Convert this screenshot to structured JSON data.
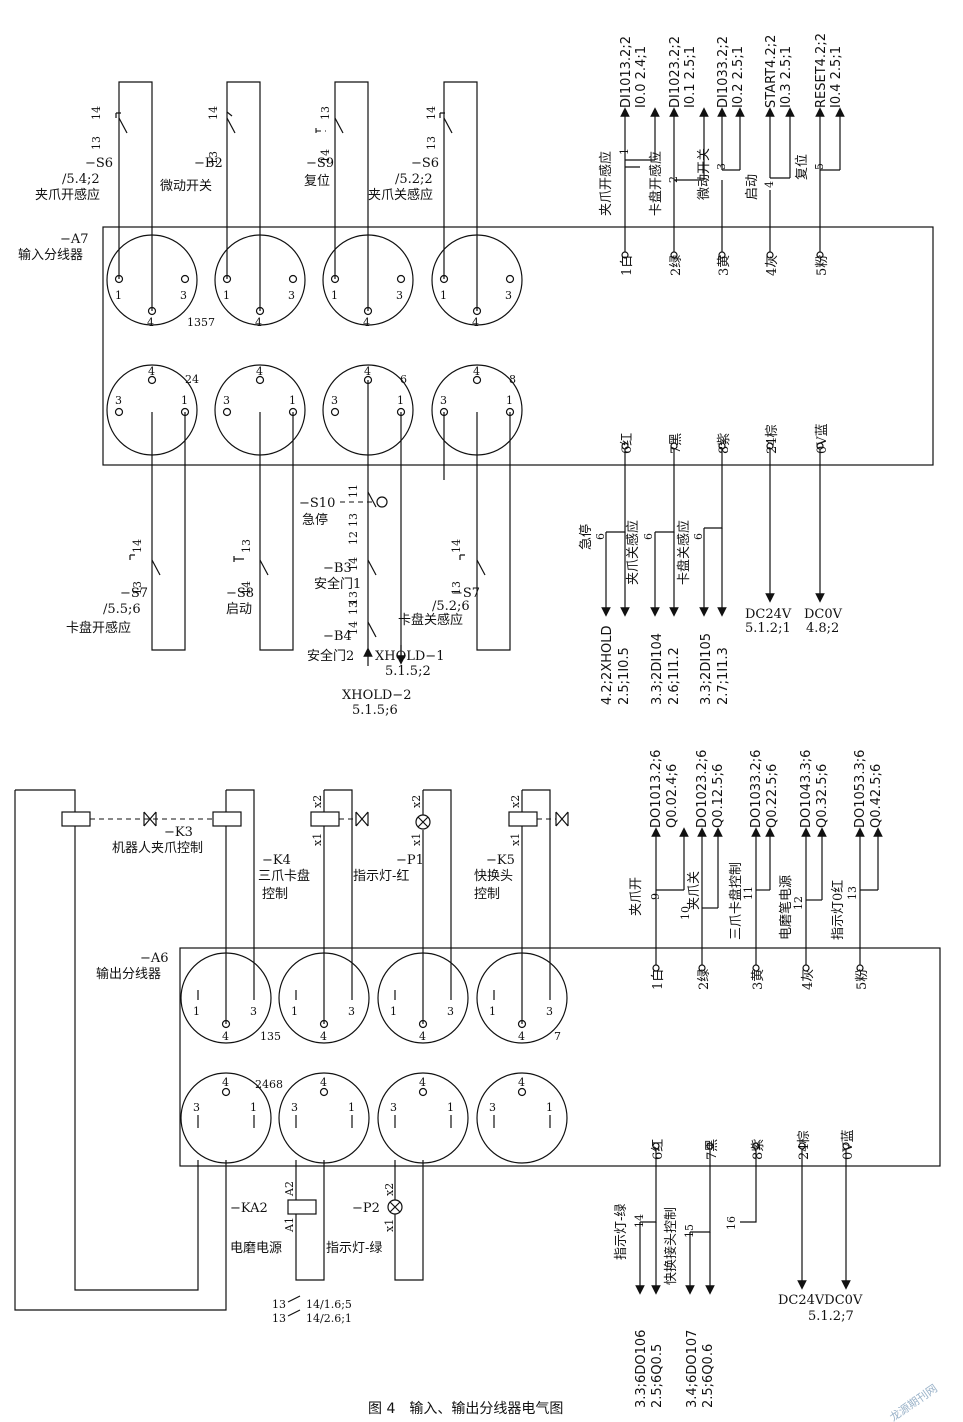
{
  "caption": "图 4　输入、输出分线器电气图",
  "watermark": "龙源期刊网",
  "input": {
    "box_label": "−A7",
    "box_name": "输入分线器",
    "group_labels": [
      "1357",
      "24",
      "6",
      "8"
    ],
    "pin_labels": {
      "p1": "1",
      "p3": "3",
      "p4": "4"
    },
    "top_devices": [
      {
        "ref": "−S6",
        "sub": "/5.4;2",
        "name": "夹爪开感应",
        "a": "13",
        "b": "14"
      },
      {
        "ref": "−B2",
        "sub": "",
        "name": "微动开关",
        "a": "13",
        "b": "14"
      },
      {
        "ref": "−S9",
        "sub": "",
        "name": "复位",
        "a": "14",
        "b": "13"
      },
      {
        "ref": "−S6",
        "sub": "/5.2;2",
        "name": "夹爪关感应",
        "a": "13",
        "b": "14"
      }
    ],
    "bottom_devices": [
      {
        "ref": "−S7",
        "sub": "/5.5;6",
        "name": "卡盘开感应",
        "a": "13",
        "b": "14"
      },
      {
        "ref": "−S8",
        "sub": "",
        "name": "启动",
        "a": "14",
        "b": "13"
      },
      {
        "ref": "−S7",
        "sub": "/5.2;6",
        "name": "卡盘关感应",
        "a": "13",
        "b": "14"
      }
    ],
    "estop": {
      "ref": "−S10",
      "name": "急停",
      "a": "12",
      "b": "11",
      "c": "13"
    },
    "b3": {
      "ref": "−B3",
      "name": "安全门1",
      "a": "14",
      "b": "13"
    },
    "b4": {
      "ref": "−B4",
      "name": "安全门2",
      "a": "14",
      "b": "13"
    },
    "xhold1": {
      "name": "XHOLD−1",
      "ref": "5.1.5;2"
    },
    "xhold2": {
      "name": "XHOLD−2",
      "ref": "5.1.5;6"
    },
    "cable_top": [
      "1白",
      "2绿",
      "3黄",
      "4灰",
      "5粉"
    ],
    "cable_bot": [
      "6红",
      "7黑",
      "8紫",
      "24棕",
      "0V蓝"
    ],
    "sig_top": [
      {
        "desc": "夹爪开感应",
        "num": "1",
        "name": "DI1013.2;2",
        "addr": "I0.0 2.4;1"
      },
      {
        "desc": "卡盘开感应",
        "num": "2",
        "name": "DI1023.2;2",
        "addr": "I0.1 2.5;1"
      },
      {
        "desc": "微动开关",
        "num": "3",
        "name": "DI1033.2;2",
        "addr": "I0.2 2.5;1"
      },
      {
        "desc": "启动",
        "num": "4",
        "name": "START4.2;2",
        "addr": "I0.3 2.5;1"
      },
      {
        "desc": "复位",
        "num": "5",
        "name": "RESET4.2;2",
        "addr": "I0.4 2.5;1"
      }
    ],
    "sig_bot": [
      {
        "desc": "急停",
        "num": "6",
        "name": "4.2;2XHOLD",
        "addr": "2.5;1I0.5"
      },
      {
        "desc": "夹爪关感应",
        "num": "6",
        "name": "3.3;2DI104",
        "addr": "2.6;1I1.2"
      },
      {
        "desc": "卡盘关感应",
        "num": "6",
        "name": "3.3;2DI105",
        "addr": "2.7;1I1.3"
      }
    ],
    "pwr_a": {
      "name": "DC24V",
      "ref": "5.1.2;1"
    },
    "pwr_b": {
      "name": "DC0V",
      "ref": "4.8;2"
    }
  },
  "output": {
    "box_label": "−A6",
    "box_name": "输出分线器",
    "group_labels": [
      "135",
      "7",
      "2468"
    ],
    "k3": {
      "ref": "−K3",
      "name": "机器人夹爪控制"
    },
    "k4": {
      "ref": "−K4",
      "name1": "三爪卡盘",
      "name2": "控制"
    },
    "p1": {
      "ref": "−P1",
      "name": "指示灯-红"
    },
    "k5": {
      "ref": "−K5",
      "name1": "快换头",
      "name2": "控制"
    },
    "ka2": {
      "ref": "−KA2",
      "name": "电磨电源",
      "a": "A2",
      "b": "A1"
    },
    "p2": {
      "ref": "−P2",
      "name": "指示灯-绿"
    },
    "xlabels": {
      "x1": "x1",
      "x2": "x2"
    },
    "contacts": [
      "13",
      "14/1.6;5",
      "13",
      "14/2.6;1"
    ],
    "cable_top": [
      "1白",
      "2绿",
      "3黄",
      "4灰",
      "5粉"
    ],
    "cable_bot": [
      "6红",
      "7黑",
      "8紫",
      "24棕",
      "0V蓝"
    ],
    "sig_top": [
      {
        "desc": "夹爪开",
        "num": "9",
        "name": "DO1013.2;6",
        "addr": "Q0.02.4;6"
      },
      {
        "desc": "夹爪关",
        "num": "10",
        "name": "DO1023.2;6",
        "addr": "Q0.12.5;6"
      },
      {
        "desc": "三爪卡盘控制",
        "num": "11",
        "name": "DO1033.2;6",
        "addr": "Q0.22.5;6"
      },
      {
        "desc": "电磨笔电源",
        "num": "12",
        "name": "DO1043.3;6",
        "addr": "Q0.32.5;6"
      },
      {
        "desc": "指示灯0红",
        "num": "13",
        "name": "DO1053.3;6",
        "addr": "Q0.42.5;6"
      }
    ],
    "sig_bot": [
      {
        "desc": "指示灯-绿",
        "num": "14",
        "name": "3.3;6DO106",
        "addr": "2.5;6Q0.5"
      },
      {
        "desc": "快换接头控制",
        "num": "15",
        "name": "3.4;6DO107",
        "addr": "2.5;6Q0.6"
      },
      {
        "desc": "",
        "num": "16",
        "name": "",
        "addr": ""
      }
    ],
    "pwr": {
      "name": "DC24VDC0V",
      "ref": "5.1.2;7"
    }
  }
}
